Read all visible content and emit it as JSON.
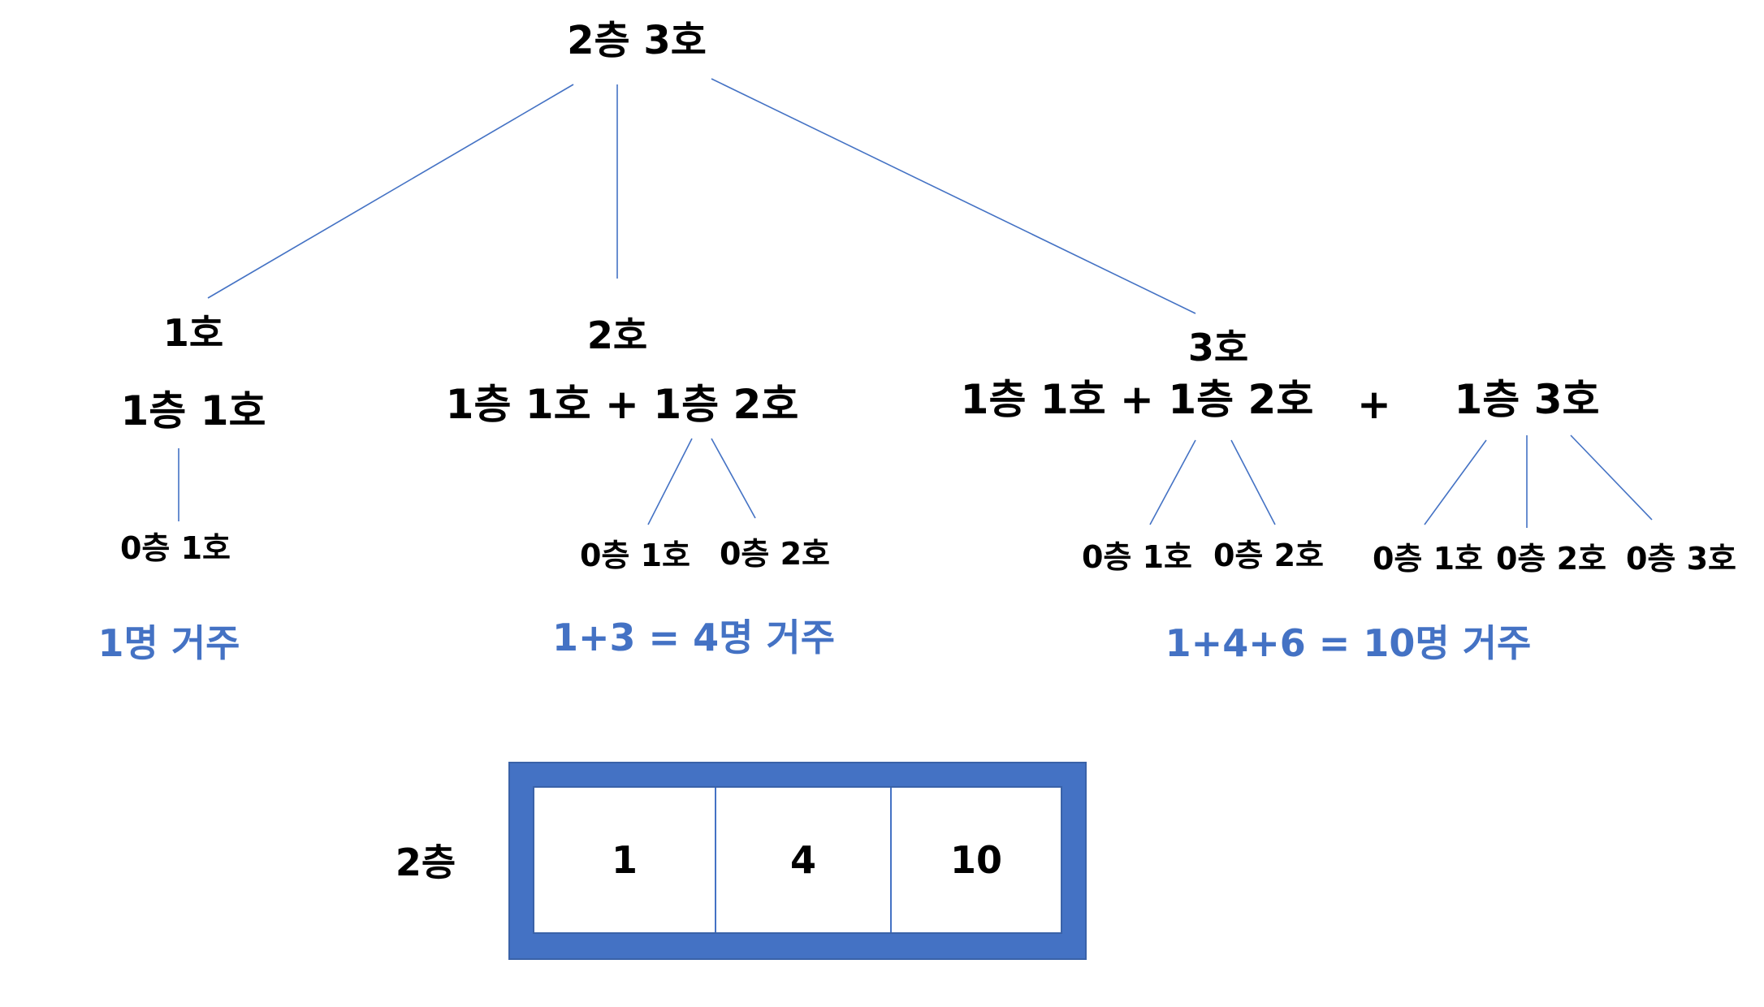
{
  "root": "2층 3호",
  "branches": [
    {
      "room": "1호",
      "expr": "1층 1호",
      "leaves": [
        "0층 1호"
      ],
      "count": "1명 거주"
    },
    {
      "room": "2호",
      "expr": "1층 1호 + 1층 2호",
      "leaves": [
        "0층 1호",
        "0층 2호"
      ],
      "count": "1+3 = 4명 거주"
    },
    {
      "room": "3호",
      "expr_left": "1층 1호 + 1층 2호",
      "plus": "+",
      "expr_right": "1층 3호",
      "leaves_left": [
        "0층 1호",
        "0층 2호"
      ],
      "leaves_right": [
        "0층 1호",
        "0층 2호",
        "0층 3호"
      ],
      "count": "1+4+6 = 10명 거주"
    }
  ],
  "table": {
    "row_label": "2층",
    "cells": [
      "1",
      "4",
      "10"
    ]
  },
  "colors": {
    "accent": "#4472C4",
    "text": "#000000"
  }
}
